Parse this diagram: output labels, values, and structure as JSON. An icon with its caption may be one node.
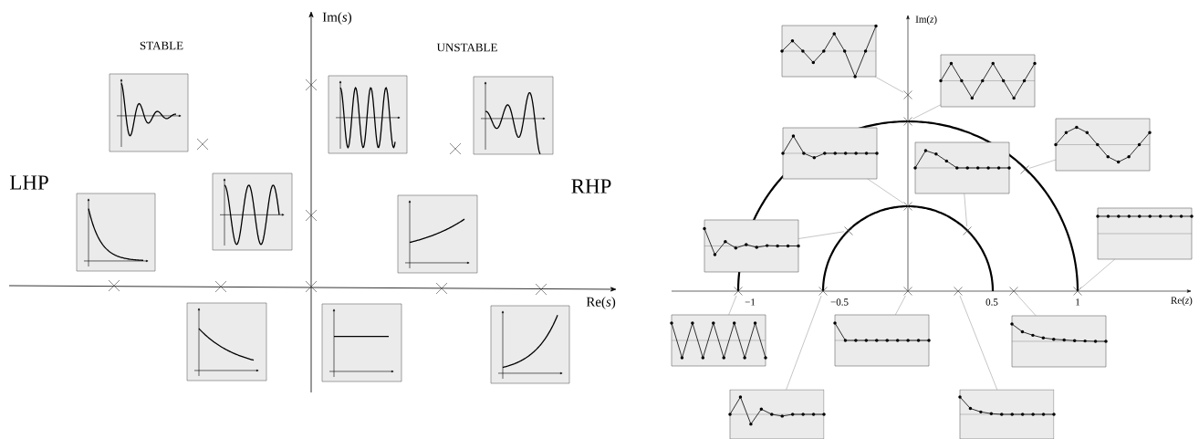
{
  "diagram": {
    "nodes": [
      {
        "text": [],
        "shape": "picture"
      },
      {
        "text": [],
        "shape": "picture"
      },
      {
        "text": [],
        "shape": "picture"
      },
      {
        "text": [],
        "shape": "picture"
      },
      {
        "text": [],
        "shape": "picture"
      },
      {
        "text": [],
        "shape": "picture"
      },
      {
        "text": [],
        "shape": "picture"
      },
      {
        "text": [],
        "shape": "picture"
      },
      {
        "text": [],
        "shape": "picture"
      },
      {
        "text": [],
        "shape": "picture"
      },
      {
        "text": [],
        "shape": "picture"
      },
      {
        "text": [],
        "shape": "picture"
      },
      {
        "text": [],
        "shape": "picture"
      },
      {
        "text": [],
        "shape": "picture"
      },
      {
        "text": [],
        "shape": "picture"
      },
      {
        "text": [],
        "shape": "picture"
      },
      {
        "text": [],
        "shape": "picture"
      },
      {
        "text": [],
        "shape": "picture"
      },
      {
        "text": [],
        "shape": "picture"
      },
      {
        "text": [],
        "shape": "picture"
      },
      {
        "text": [],
        "shape": "picture"
      },
      {
        "text": [],
        "shape": "cross"
      },
      {
        "text": [],
        "shape": "cross"
      },
      {
        "text": [],
        "shape": "cross"
      },
      {
        "text": [],
        "shape": "cross"
      },
      {
        "text": [],
        "shape": "cross"
      },
      {
        "text": [],
        "shape": "cross"
      },
      {
        "text": [],
        "shape": "cross"
      },
      {
        "text": [],
        "shape": "cross"
      },
      {
        "text": [],
        "shape": "cross"
      },
      {
        "text": [],
        "shape": "cross"
      },
      {
        "text": [],
        "shape": "cross"
      },
      {
        "text": [],
        "shape": "cross"
      }
    ],
    "edges": [
      {
        "from": 9,
        "to": 21,
        "arrow": "none"
      },
      {
        "from": 10,
        "to": 22,
        "arrow": "none"
      },
      {
        "from": 11,
        "to": 23,
        "arrow": "none"
      },
      {
        "from": 12,
        "to": 24,
        "arrow": "none"
      },
      {
        "from": 13,
        "to": 26,
        "arrow": "none"
      },
      {
        "from": 14,
        "to": 32,
        "arrow": "none"
      },
      {
        "from": 15,
        "to": 25,
        "arrow": "none"
      },
      {
        "from": 16,
        "to": 27,
        "arrow": "none"
      },
      {
        "from": 17,
        "to": 29,
        "arrow": "none"
      },
      {
        "from": 18,
        "to": 31,
        "arrow": "none"
      },
      {
        "from": 19,
        "to": 28,
        "arrow": "none"
      },
      {
        "from": 20,
        "to": 30,
        "arrow": "none"
      }
    ],
    "labels": [
      "Im(*s*)",
      "STABLE",
      "UNSTABLE",
      "LHP",
      "RHP",
      "Re(*s*)",
      "Im(*z*)",
      "−1",
      "−0.5",
      "0.5",
      "1",
      "Re(*z*)"
    ]
  }
}
